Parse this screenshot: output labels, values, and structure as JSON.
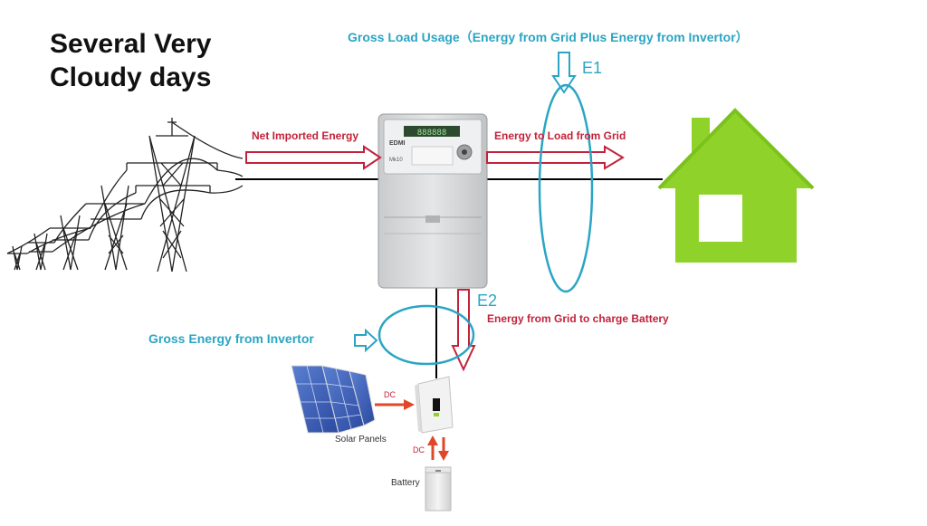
{
  "title": {
    "line1": "Several Very",
    "line2": "Cloudy days"
  },
  "labels": {
    "gross_load": "Gross Load  Usage（Energy from Grid Plus Energy from Invertor）",
    "e1": "E1",
    "e2": "E2",
    "net_imported": "Net Imported Energy",
    "energy_to_load": "Energy to Load from Grid",
    "grid_to_battery": "Energy from Grid to charge Battery",
    "gross_from_invertor": "Gross Energy from Invertor",
    "dc_panel": "DC",
    "dc_battery": "DC",
    "solar_panels": "Solar Panels",
    "battery": "Battery"
  },
  "meter": {
    "brand": "EDMI",
    "display": "888888",
    "model": "Mk10"
  },
  "colors": {
    "teal": "#2aa5c3",
    "arrow_red": "#c2223a",
    "house_green": "#8fd32a",
    "wire": "#000000",
    "dc_arrow": "#e0472a"
  },
  "icons": [
    "transmission-towers-icon",
    "energy-meter-icon",
    "house-icon",
    "solar-panel-icon",
    "invertor-icon",
    "battery-icon"
  ]
}
